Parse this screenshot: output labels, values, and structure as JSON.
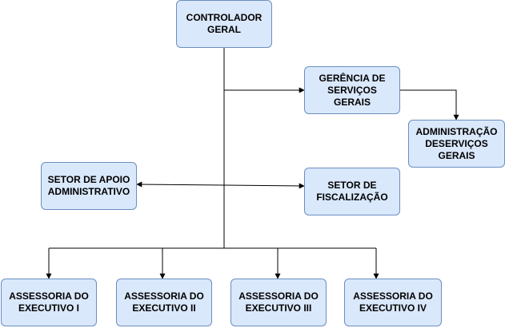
{
  "nodes": {
    "controlador": "CONTROLADOR\nGERAL",
    "gerencia": "GERÊNCIA DE\nSERVIÇOS GERAIS",
    "administracao": "ADMINISTRAÇÃO\nDESERVIÇOS\nGERAIS",
    "apoio": "SETOR DE APOIO\nADMINISTRATIVO",
    "fiscalizacao": "SETOR DE\nFISCALIZAÇÃO",
    "assessoria_1": "ASSESSORIA DO\nEXECUTIVO I",
    "assessoria_2": "ASSESSORIA DO\nEXECUTIVO II",
    "assessoria_3": "ASSESSORIA DO\nEXECUTIVO III",
    "assessoria_4": "ASSESSORIA DO\nEXECUTIVO IV"
  },
  "colors": {
    "node_fill": "#dae8fc",
    "node_border": "#6c8ebf",
    "connector": "#000000"
  }
}
